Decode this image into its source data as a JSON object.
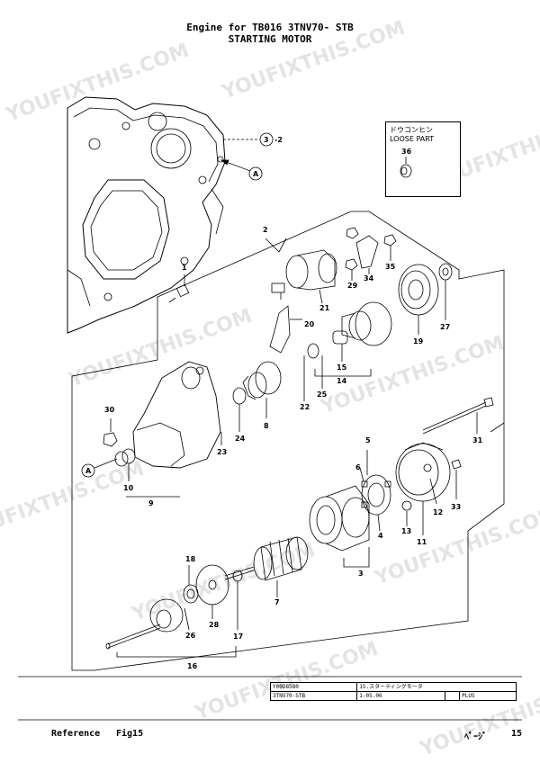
{
  "header": {
    "line1": "Engine for TB016  3TNV70- STB",
    "line2": "STARTING MOTOR"
  },
  "loose_part": {
    "jp": "ドウコンヒン",
    "en": "LOOSE PART",
    "part": "36"
  },
  "callouts": {
    "c1": "1",
    "c2": "2",
    "c3": "3",
    "c4": "4",
    "c5": "5",
    "c6": "6",
    "c7": "7",
    "c8": "8",
    "c9": "9",
    "c10": "10",
    "c11": "11",
    "c12": "12",
    "c13": "13",
    "c14": "14",
    "c15": "15",
    "c16": "16",
    "c17": "17",
    "c18": "18",
    "c19": "19",
    "c20": "20",
    "c21": "21",
    "c22": "22",
    "c23": "23",
    "c24": "24",
    "c25": "25",
    "c26": "26",
    "c27": "27",
    "c28": "28",
    "c29": "29",
    "c30": "30",
    "c31": "31",
    "c33": "33",
    "c34": "34",
    "c35": "35",
    "ref_3_2": "3",
    "ref_3_2_suffix": "-2",
    "ref_a": "A"
  },
  "stamp": {
    "code": "Y00D8580",
    "desc": "15.スターティングモータ",
    "model": "3TNV70-STB",
    "date": "1-05.06",
    "plus": "PLUS"
  },
  "footer": {
    "reference": "Reference",
    "fig": "Fig15",
    "page_label": "ﾍﾟｰｼﾞ",
    "page": "15"
  },
  "watermark": "YOUFIXTHIS.COM"
}
